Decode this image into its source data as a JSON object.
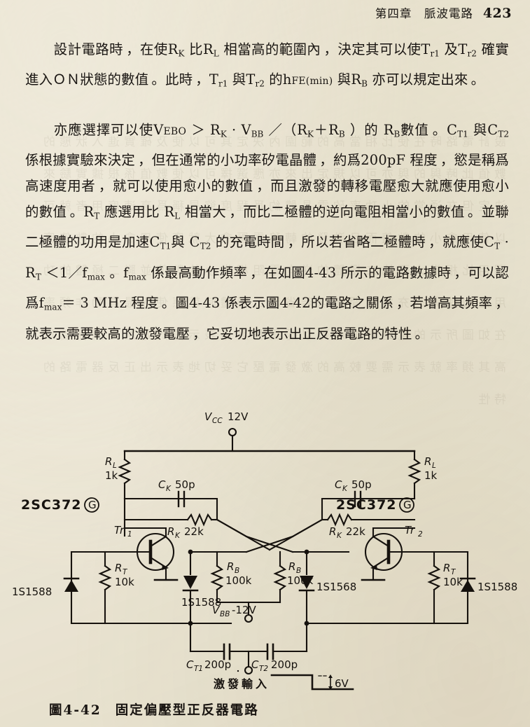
{
  "header": {
    "chapter": "第四章　脈波電路",
    "page_number": "423"
  },
  "body": {
    "paragraph1_line1": "設計電路時，在使R",
    "paragraphs": [
      {
        "id": "p1",
        "text_plain": "設計電路時，在使RK 比RL 相當高的範圍內，決定其可以使Tr1及Tr2 確實進入ON狀態的數值。此時，Tr1 與Tr2 的hFE(min)與RB 亦可以規定出來。"
      },
      {
        "id": "p2",
        "text_plain": "亦應選擇可以使VEBO ＞ RK · VBB ／（RK＋RB）的 RB數值。CT1與CT2 係根據實驗來決定，但在通常的小功率矽電晶體，約爲200pF 程度，慾是稱爲高速度用者，就可以使用愈小的數值，而且激發的轉移電壓愈大就應使用愈小的數值。RT 應選用比 RL 相當大，而比二極體的逆向電阻相當小的數值。並聯二極體的功用是加速CT1與 CT2 的充電時間，所以若省略二極體時，就應使CT · RT ＜1／fmax。fmax係最高動作頻率，在如圖4-43 所示的電路數據時，可以認爲fmax＝ 3 MHz 程度。圖4-43 係表示圖4-42的電路之關係，若增高其頻率，就表示需要較高的激發電壓，它妥切地表示出正反器電路的特性。"
      }
    ]
  },
  "figure": {
    "caption_number": "圖4-42",
    "caption_title": "固定偏壓型正反器電路",
    "supply": {
      "vcc_label": "V",
      "vcc_sub": "CC",
      "vcc_value": "12V"
    },
    "bias": {
      "vbb_label": "V",
      "vbb_sub": "BB",
      "vbb_value": "-12V"
    },
    "trigger_input_label": "激發輸入",
    "waveform_amplitude": "6V",
    "transistors": [
      {
        "ref": "Tr",
        "index": "1",
        "part": "2SC372",
        "grade": "G"
      },
      {
        "ref": "Tr",
        "index": "2",
        "part": "2SC372",
        "grade": "G"
      }
    ],
    "components": {
      "rl_left": {
        "name": "R",
        "sub": "L",
        "value": "1k"
      },
      "rl_right": {
        "name": "R",
        "sub": "L",
        "value": "1k"
      },
      "ck_left": {
        "name": "C",
        "sub": "K",
        "value": "50p"
      },
      "ck_right": {
        "name": "C",
        "sub": "K",
        "value": "50p"
      },
      "rk_left": {
        "name": "R",
        "sub": "K",
        "value": "22k"
      },
      "rk_right": {
        "name": "R",
        "sub": "K",
        "value": "22k"
      },
      "rb_left": {
        "name": "R",
        "sub": "B",
        "value": "100k"
      },
      "rb_right": {
        "name": "R",
        "sub": "B",
        "value": "100k"
      },
      "rt_left": {
        "name": "R",
        "sub": "T",
        "value": "10k"
      },
      "rt_right": {
        "name": "R",
        "sub": "T",
        "value": "10k"
      },
      "ct1": {
        "name": "C",
        "sub": "T1",
        "value": "200p"
      },
      "ct2": {
        "name": "C",
        "sub": "T2",
        "value": "200p"
      }
    },
    "diodes": [
      {
        "position": "far-left",
        "part": "1S1588"
      },
      {
        "position": "inner-left",
        "part": "1S1588"
      },
      {
        "position": "inner-right",
        "part": "1S1568"
      },
      {
        "position": "far-right",
        "part": "1S1588"
      }
    ]
  },
  "colors": {
    "paper": "#f2eee1",
    "ink": "#17130f",
    "ink_soft": "#2a241d"
  }
}
